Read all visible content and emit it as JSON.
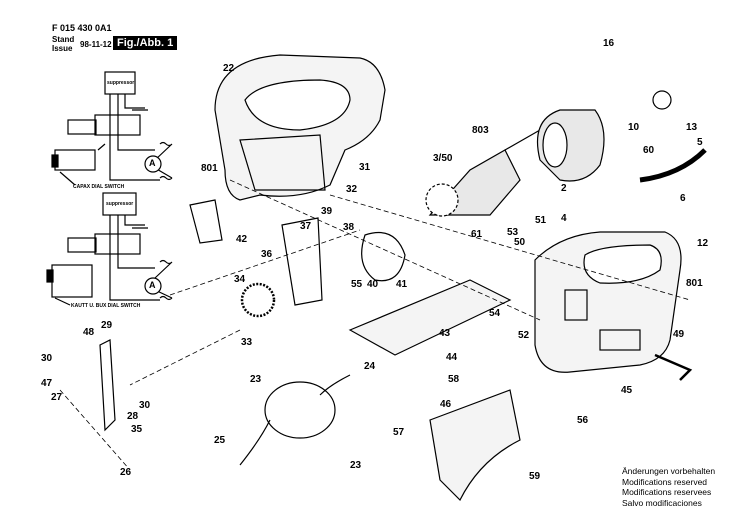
{
  "header": {
    "doc_number": "F 015 430 0A1",
    "stand_label": "Stand",
    "issue_label": "Issue",
    "date": "98-11-12",
    "figure_label": "Fig./Abb. 1"
  },
  "notes": [
    "Änderungen vorbehalten",
    "Modifications reserved",
    "Modifications reservees",
    "Salvo modificaciones"
  ],
  "wiring": {
    "suppressor": "suppressor",
    "motor_symbol": "A",
    "switch_1": "CAPAX DIAL SWITCH",
    "switch_2": "KAUTT U. BUX DIAL SWITCH"
  },
  "part_labels": [
    "16",
    "22",
    "803",
    "10",
    "13",
    "5",
    "60",
    "3/50",
    "801",
    "31",
    "2",
    "6",
    "32",
    "39",
    "37",
    "38",
    "51",
    "53",
    "61",
    "4",
    "50",
    "12",
    "42",
    "36",
    "801",
    "34",
    "55",
    "40",
    "41",
    "54",
    "43",
    "52",
    "49",
    "33",
    "29",
    "48",
    "30",
    "44",
    "23",
    "24",
    "47",
    "58",
    "45",
    "27",
    "30",
    "28",
    "46",
    "35",
    "56",
    "25",
    "23",
    "26",
    "57",
    "59"
  ]
}
